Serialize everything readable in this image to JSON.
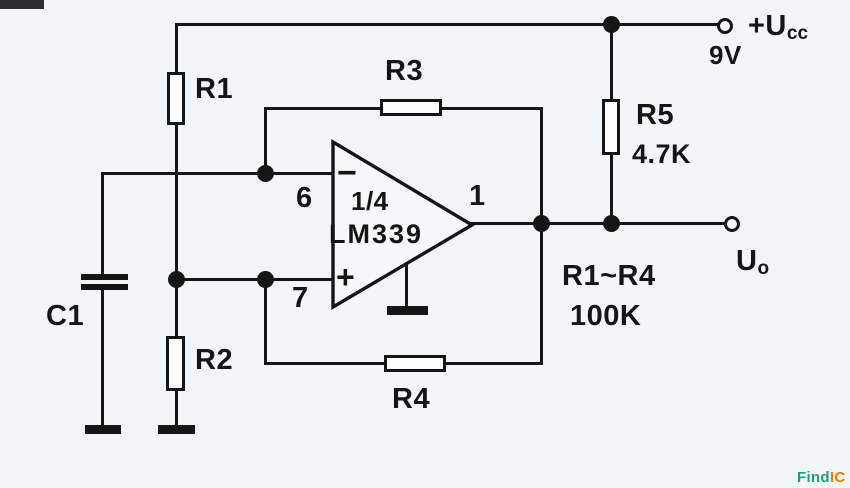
{
  "page": {
    "background_color": "#f3f6f8",
    "ink_color": "#151515",
    "description_type": "analog-circuit-schematic"
  },
  "components": {
    "r1": {
      "label": "R1"
    },
    "r2": {
      "label": "R2"
    },
    "r3": {
      "label": "R3"
    },
    "r4": {
      "label": "R4"
    },
    "r5": {
      "label": "R5",
      "value": "4.7K"
    },
    "c1": {
      "label": "C1"
    },
    "opamp": {
      "fraction": "1/4",
      "part": "LM339",
      "pin_inverting": "6",
      "pin_noninverting": "7",
      "pin_output": "1",
      "inverting_sign": "−",
      "noninverting_sign": "+"
    }
  },
  "terminals": {
    "supply": {
      "label_main": "+U",
      "label_sub": "cc",
      "value": "9V"
    },
    "output": {
      "label_main": "U",
      "label_sub": "o"
    }
  },
  "annotations": {
    "resistor_note_line1": "R1~R4",
    "resistor_note_line2": "100K"
  },
  "watermark": {
    "part1": "Find",
    "part2": "IC",
    "color1": "#16a085",
    "color2": "#f07c00"
  }
}
